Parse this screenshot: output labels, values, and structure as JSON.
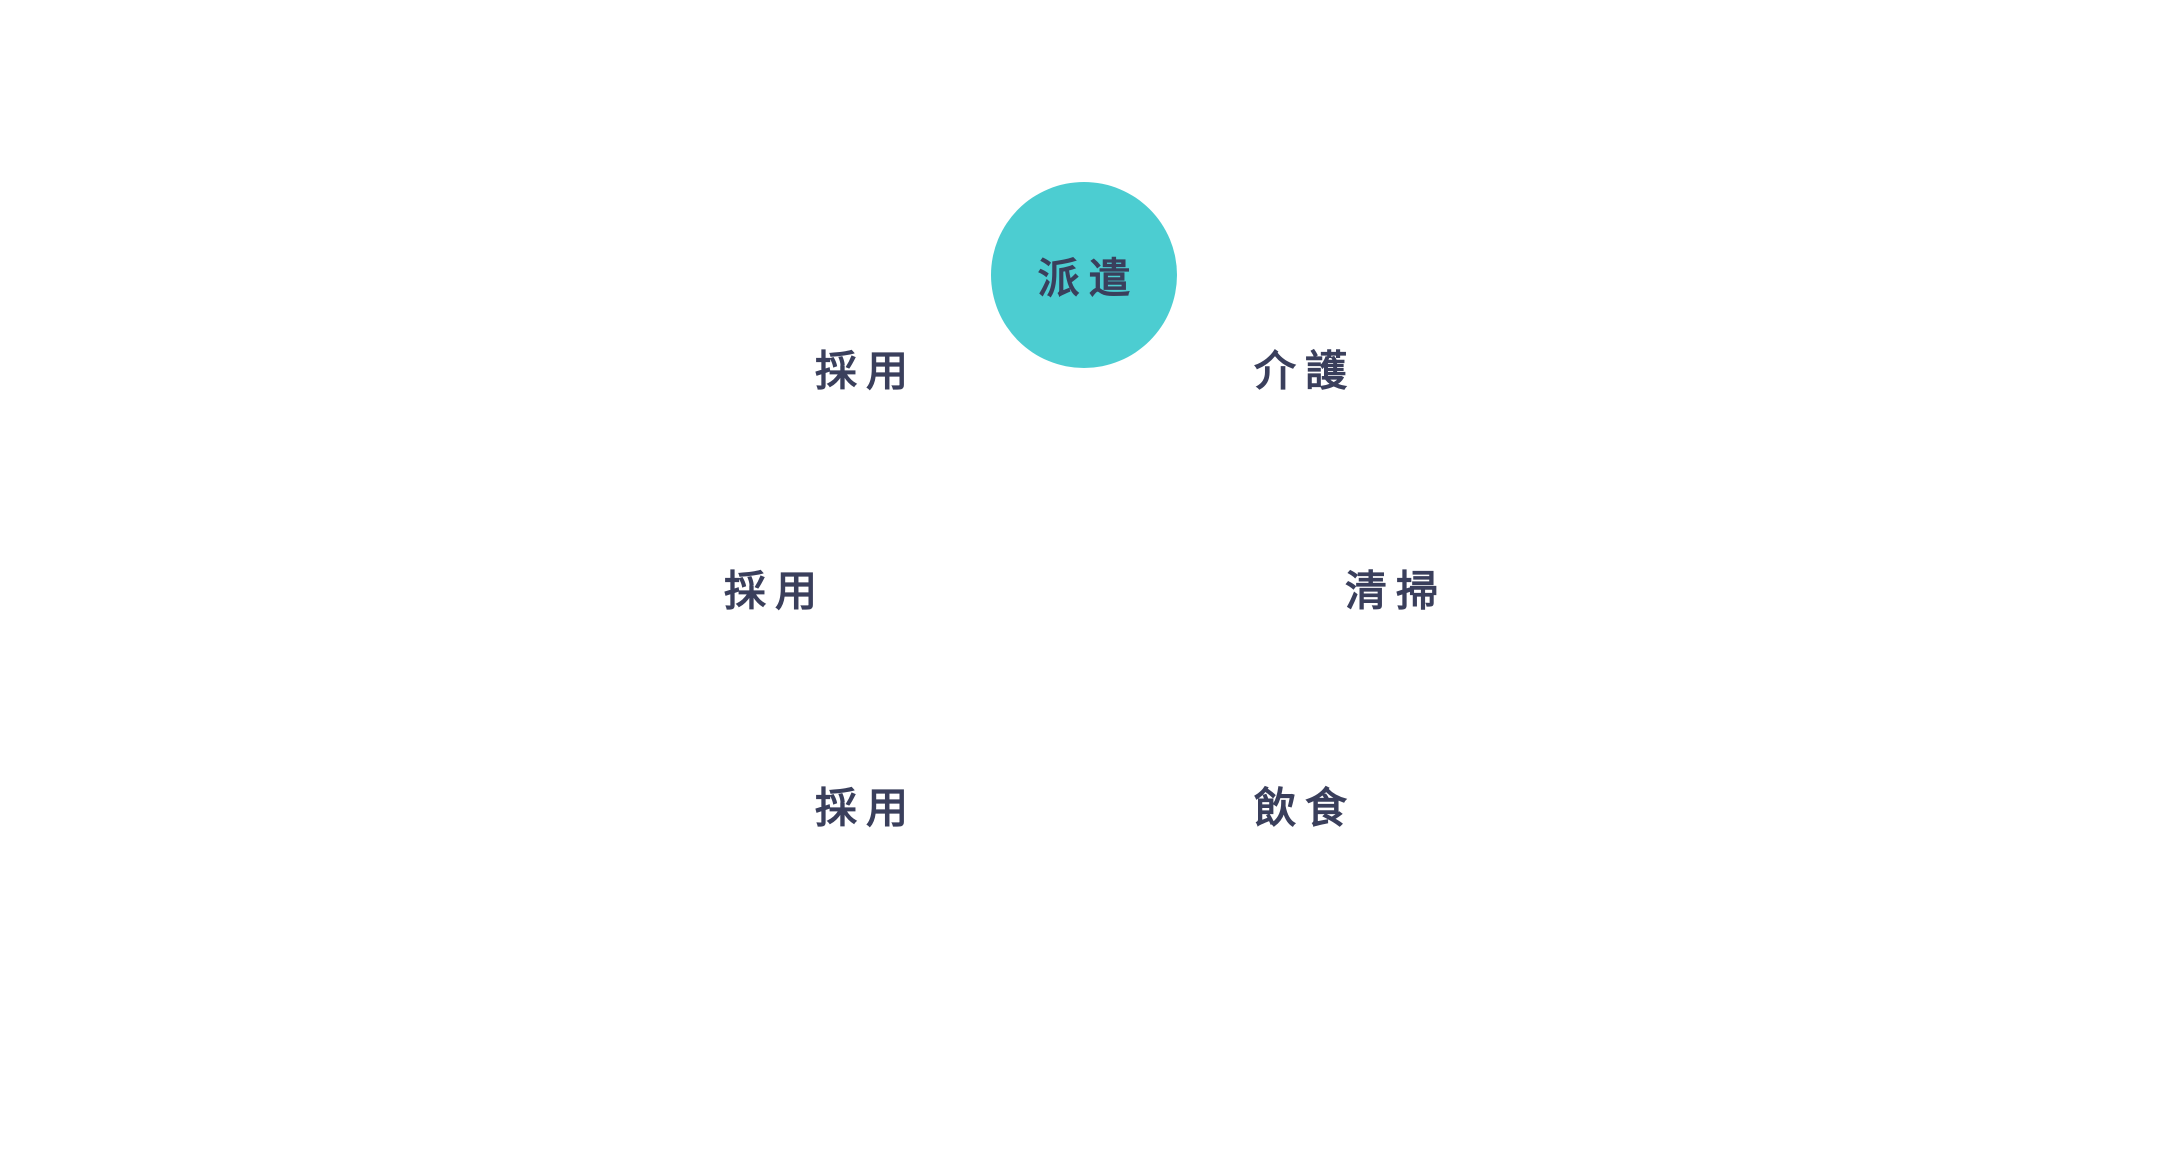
{
  "diagram": {
    "center": {
      "label": "派遣",
      "color": "#4ccdd1"
    },
    "nodes": [
      {
        "label": "採用"
      },
      {
        "label": "介護"
      },
      {
        "label": "採用"
      },
      {
        "label": "清掃"
      },
      {
        "label": "採用"
      },
      {
        "label": "飲食"
      }
    ],
    "text_color": "#3a3f5c"
  }
}
